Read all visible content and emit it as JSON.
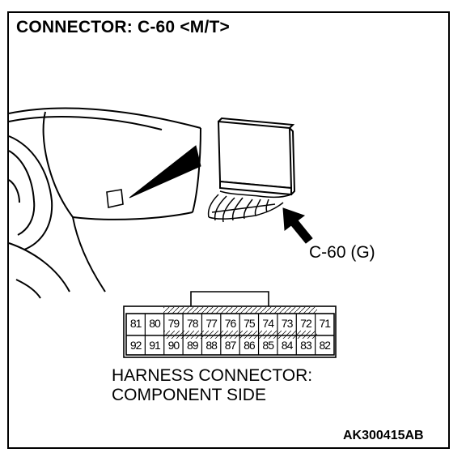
{
  "title": "CONNECTOR: C-60 <M/T>",
  "callout": "C-60 (G)",
  "caption": [
    "HARNESS CONNECTOR:",
    "COMPONENT SIDE"
  ],
  "figure_id": "AK300415AB",
  "connector": {
    "top_row": [
      "81",
      "80",
      "79",
      "78",
      "77",
      "76",
      "75",
      "74",
      "73",
      "72",
      "71"
    ],
    "bottom_row": [
      "92",
      "91",
      "90",
      "89",
      "88",
      "87",
      "86",
      "85",
      "84",
      "83",
      "82"
    ]
  }
}
